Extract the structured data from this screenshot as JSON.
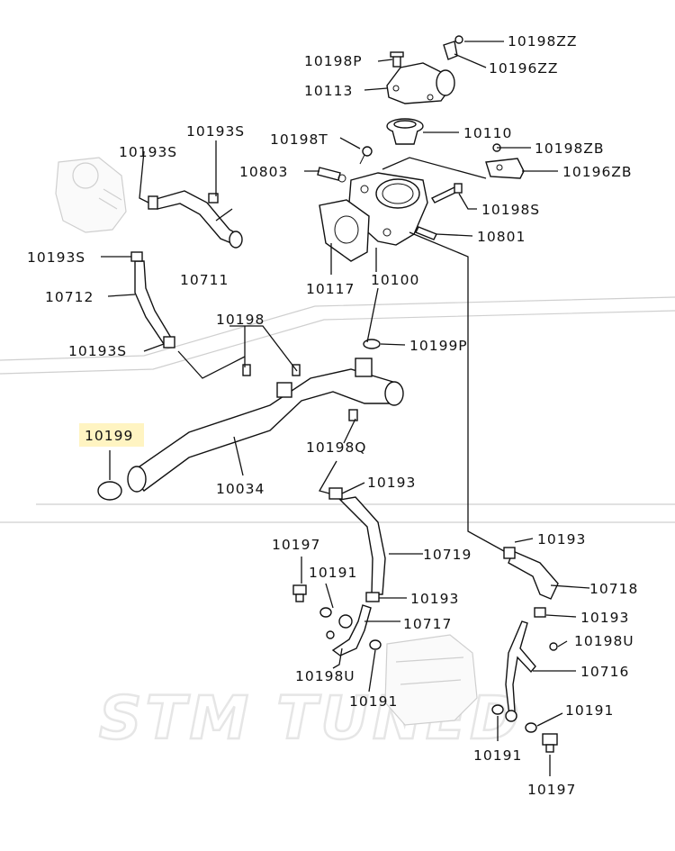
{
  "watermark": "STM TUNED",
  "highlight_color": "#fff4c2",
  "labels": {
    "p10198ZZ": "10198ZZ",
    "p10198P": "10198P",
    "p10196ZZ": "10196ZZ",
    "p10113": "10113",
    "p10193S_a": "10193S",
    "p10110": "10110",
    "p10198T": "10198T",
    "p10193S_b": "10193S",
    "p10198ZB": "10198ZB",
    "p10803": "10803",
    "p10196ZB": "10196ZB",
    "p10198S": "10198S",
    "p10801": "10801",
    "p10193S_c": "10193S",
    "p10711": "10711",
    "p10117": "10117",
    "p10100": "10100",
    "p10712": "10712",
    "p10198": "10198",
    "p10199P": "10199P",
    "p10193S_d": "10193S",
    "p10199": "10199",
    "p10198Q": "10198Q",
    "p10034": "10034",
    "p10193_a": "10193",
    "p10193_b": "10193",
    "p10197_a": "10197",
    "p10719": "10719",
    "p10191_a": "10191",
    "p10718": "10718",
    "p10193_c": "10193",
    "p10193_d": "10193",
    "p10717": "10717",
    "p10198U_a": "10198U",
    "p10198U_b": "10198U",
    "p10716": "10716",
    "p10191_b": "10191",
    "p10191_c": "10191",
    "p10191_d": "10191",
    "p10197_b": "10197"
  }
}
